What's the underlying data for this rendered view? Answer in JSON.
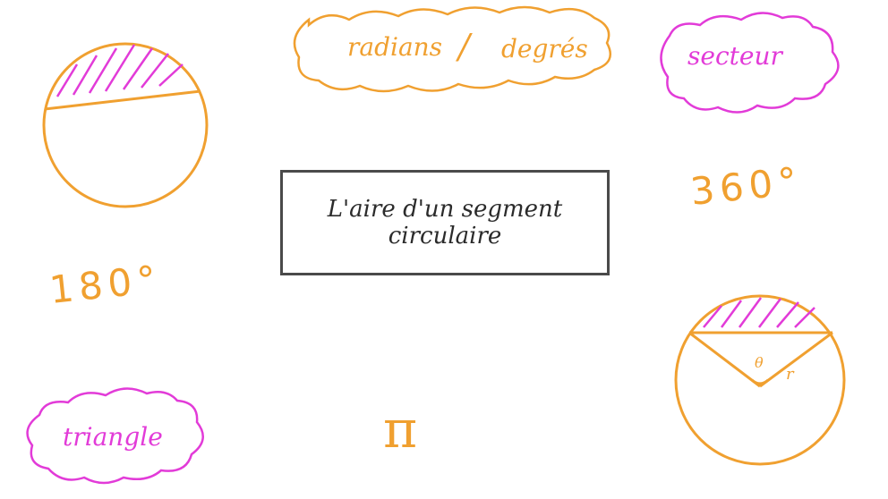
{
  "title": {
    "line1": "L'aire d'un segment",
    "line2": "circulaire"
  },
  "clouds": {
    "radians_label": "radians",
    "slash": "/",
    "degres_label": "degrés",
    "secteur_label": "secteur",
    "triangle_label": "triangle"
  },
  "angles": {
    "left_value": "180°",
    "right_value": "360°"
  },
  "pi_symbol": "π",
  "diagram": {
    "theta_label": "θ",
    "r_label": "r"
  },
  "colors": {
    "orange": "#f0a030",
    "pink": "#e23bd8",
    "box_border": "#4a4a4a"
  }
}
